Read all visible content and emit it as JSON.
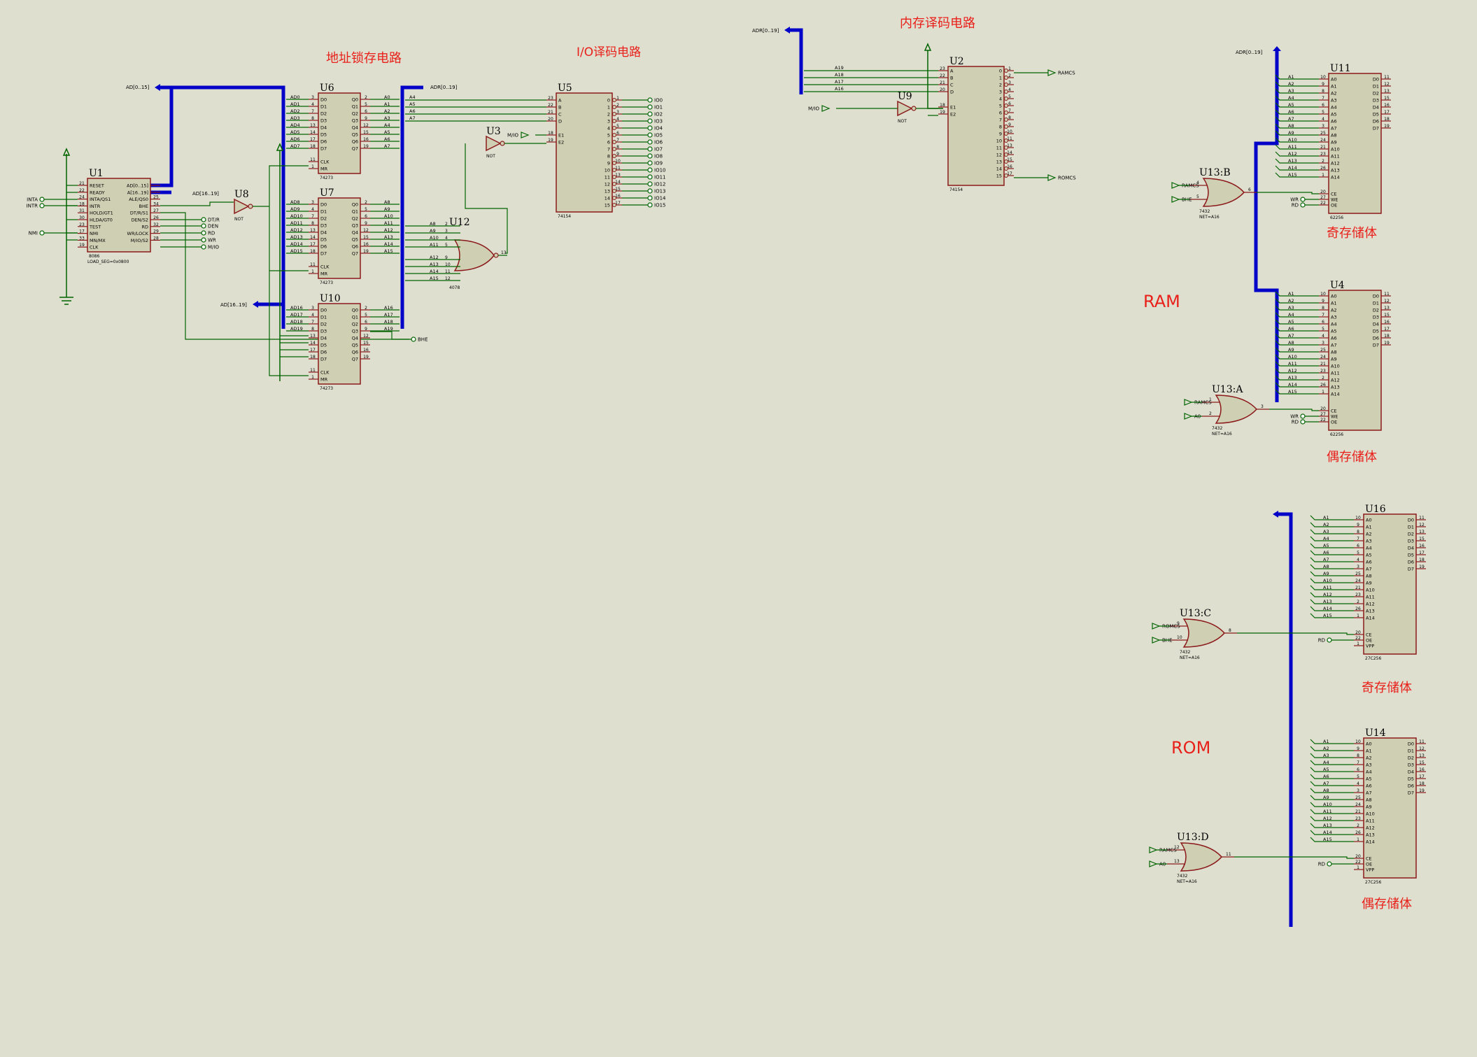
{
  "titles": {
    "latch": "地址锁存电路",
    "io_decode": "I/O译码电路",
    "mem_decode": "内存译码电路",
    "ram": "RAM",
    "rom": "ROM",
    "odd_ram": "奇存储体",
    "even_ram": "偶存储体",
    "odd_rom": "奇存储体",
    "even_rom": "偶存储体"
  },
  "colors": {
    "background": "#dfdfd0",
    "chip_fill": "#cfcfb4",
    "chip_stroke": "#8b1a1a",
    "wire": "#006400",
    "bus": "#0000c8",
    "title_text": "#e8201a",
    "label_text": "#000000"
  },
  "components": {
    "u1": {
      "ref": "U1",
      "part": "8086",
      "note": "LOAD_SEG=0x0800",
      "pins_left": [
        [
          "21",
          "RESET"
        ],
        [
          "22",
          "READY"
        ],
        [
          "24",
          "INTA/QS1"
        ],
        [
          "18",
          "INTR"
        ],
        [
          "31",
          "HOLD/GT1"
        ],
        [
          "30",
          "HLDA/GT0"
        ],
        [
          "23",
          "TEST"
        ],
        [
          "17",
          "NMI"
        ],
        [
          "33",
          "MN/MX"
        ],
        [
          "19",
          "CLK"
        ]
      ],
      "pins_right": [
        [
          "",
          "AD[0..15]"
        ],
        [
          "",
          "A[16..19]"
        ],
        [
          "25",
          "ALE/QS0"
        ],
        [
          "34",
          "BHE"
        ],
        [
          "27",
          "DT/R/S1"
        ],
        [
          "26",
          "DEN/S2"
        ],
        [
          "32",
          "RD"
        ],
        [
          "29",
          "WR/LOCK"
        ],
        [
          "28",
          "M/IO/S2"
        ]
      ]
    },
    "u8": {
      "ref": "U8",
      "part": "NOT"
    },
    "u6": {
      "ref": "U6",
      "part": "74273",
      "in_pins": [
        "3",
        "4",
        "7",
        "8",
        "13",
        "14",
        "17",
        "18"
      ],
      "in_nets": [
        "AD0",
        "AD1",
        "AD2",
        "AD3",
        "AD4",
        "AD5",
        "AD6",
        "AD7"
      ],
      "out_pins": [
        "2",
        "5",
        "6",
        "9",
        "12",
        "15",
        "16",
        "19"
      ],
      "out_nets": [
        "A0",
        "A1",
        "A2",
        "A3",
        "A4",
        "A5",
        "A6",
        "A7"
      ]
    },
    "u7": {
      "ref": "U7",
      "part": "74273",
      "in_pins": [
        "3",
        "4",
        "7",
        "8",
        "13",
        "14",
        "17",
        "18"
      ],
      "in_nets": [
        "AD8",
        "AD9",
        "AD10",
        "AD11",
        "AD12",
        "AD13",
        "AD14",
        "AD15"
      ],
      "out_pins": [
        "2",
        "5",
        "6",
        "9",
        "12",
        "15",
        "16",
        "19"
      ],
      "out_nets": [
        "A8",
        "A9",
        "A10",
        "A11",
        "A12",
        "A13",
        "A14",
        "A15"
      ]
    },
    "u10": {
      "ref": "U10",
      "part": "74273",
      "in_pins": [
        "3",
        "4",
        "7",
        "8",
        "13",
        "14",
        "17",
        "18"
      ],
      "in_nets": [
        "AD16",
        "AD17",
        "AD18",
        "AD19",
        "",
        "",
        "",
        ""
      ],
      "out_pins": [
        "2",
        "5",
        "6",
        "9",
        "12",
        "15",
        "16",
        "19"
      ],
      "out_nets": [
        "A16",
        "A17",
        "A18",
        "A19",
        "",
        "",
        "",
        ""
      ]
    },
    "latch_pins_left": [
      "D0",
      "D1",
      "D2",
      "D3",
      "D4",
      "D5",
      "D6",
      "D7"
    ],
    "latch_pins_right": [
      "Q0",
      "Q1",
      "Q2",
      "Q3",
      "Q4",
      "Q5",
      "Q6",
      "Q7"
    ],
    "latch_clk": [
      "11",
      "CLK"
    ],
    "latch_mr": [
      "1",
      "MR"
    ],
    "u5": {
      "ref": "U5",
      "part": "74154",
      "in_pins": [
        "23",
        "22",
        "21",
        "20",
        "18",
        "19"
      ],
      "in_labels": [
        "A",
        "B",
        "C",
        "D",
        "E1",
        "E2"
      ],
      "in_nets": [
        "A4",
        "A5",
        "A6",
        "A7"
      ],
      "out_pins": [
        "1",
        "2",
        "3",
        "4",
        "5",
        "6",
        "7",
        "8",
        "9",
        "10",
        "11",
        "13",
        "14",
        "15",
        "16",
        "17"
      ],
      "out_labels": [
        "0",
        "1",
        "2",
        "3",
        "4",
        "5",
        "6",
        "7",
        "8",
        "9",
        "10",
        "11",
        "12",
        "13",
        "14",
        "15"
      ],
      "out_nets": [
        "IO0",
        "IO1",
        "IO2",
        "IO3",
        "IO4",
        "IO5",
        "IO6",
        "IO7",
        "IO8",
        "IO9",
        "IO10",
        "IO11",
        "IO12",
        "IO13",
        "IO14",
        "IO15"
      ]
    },
    "u3": {
      "ref": "U3",
      "part": "NOT",
      "net": "M/IO"
    },
    "u12": {
      "ref": "U12",
      "part": "4078",
      "in_nets": [
        "A8",
        "A9",
        "A10",
        "A11",
        "A12",
        "A13",
        "A14",
        "A15"
      ],
      "in_pins": [
        "2",
        "3",
        "4",
        "5",
        "9",
        "10",
        "11",
        "12"
      ],
      "out_pin": "13"
    },
    "u2": {
      "ref": "U2",
      "part": "74154",
      "in_nets": [
        "A19",
        "A18",
        "A17",
        "A16"
      ],
      "in_pins": [
        "23",
        "22",
        "21",
        "20",
        "18",
        "19"
      ],
      "in_labels": [
        "A",
        "B",
        "C",
        "D",
        "E1",
        "E2"
      ],
      "out_nets": [
        "RAMCS",
        "ROMCS"
      ]
    },
    "u9": {
      "ref": "U9",
      "part": "NOT",
      "net": "M/IO"
    },
    "u11": {
      "ref": "U11",
      "part": "62256"
    },
    "u4": {
      "ref": "U4",
      "part": "62256"
    },
    "u16": {
      "ref": "U16",
      "part": "27C256"
    },
    "u14": {
      "ref": "U14",
      "part": "27C256"
    },
    "u13b": {
      "ref": "U13:B",
      "part": "7432",
      "net": "NET=A16",
      "pins": [
        "4",
        "5",
        "6"
      ],
      "inputs": [
        "RAMCS",
        "BHE"
      ]
    },
    "u13a": {
      "ref": "U13:A",
      "part": "7432",
      "net": "NET=A16",
      "pins": [
        "1",
        "2",
        "3"
      ],
      "inputs": [
        "RAMCS",
        "A0"
      ]
    },
    "u13c": {
      "ref": "U13:C",
      "part": "7432",
      "net": "NET=A16",
      "pins": [
        "9",
        "10",
        "8"
      ],
      "inputs": [
        "ROMCS",
        "BHE"
      ]
    },
    "u13d": {
      "ref": "U13:D",
      "part": "7432",
      "net": "NET=A16",
      "pins": [
        "12",
        "13",
        "11"
      ],
      "inputs": [
        "RAMCS",
        "A0"
      ]
    },
    "mem_addr_pins": [
      "10",
      "9",
      "8",
      "7",
      "6",
      "5",
      "4",
      "3",
      "25",
      "24",
      "21",
      "23",
      "2",
      "26",
      "1"
    ],
    "mem_addr_labels": [
      "A0",
      "A1",
      "A2",
      "A3",
      "A4",
      "A5",
      "A6",
      "A7",
      "A8",
      "A9",
      "A10",
      "A11",
      "A12",
      "A13",
      "A14"
    ],
    "ram_odd_nets": [
      "A1",
      "A2",
      "A3",
      "A4",
      "A5",
      "A6",
      "A7",
      "A8",
      "A9",
      "A10",
      "A11",
      "A12",
      "A13",
      "A14",
      "A15"
    ],
    "mem_data_pins": [
      "11",
      "12",
      "13",
      "15",
      "16",
      "17",
      "18",
      "19"
    ],
    "mem_data_labels": [
      "D0",
      "D1",
      "D2",
      "D3",
      "D4",
      "D5",
      "D6",
      "D7"
    ],
    "ram_ctrl": [
      [
        "20",
        "CE"
      ],
      [
        "27",
        "WE"
      ],
      [
        "22",
        "OE"
      ]
    ],
    "rom_ctrl": [
      [
        "20",
        "CE"
      ],
      [
        "22",
        "OE"
      ],
      [
        "1",
        "VPP"
      ]
    ]
  },
  "net_labels": {
    "ad_bus_top": "AD[0..15]",
    "ad_bus_mid": "AD[16..19]",
    "ad_bus_low": "AD[16..19]",
    "adr_bus_latch": "ADR[0..19]",
    "adr_bus_mem": "ADR[0..19]",
    "adr_bus_ram": "ADR[0..19]",
    "inta": "INTA",
    "intr": "INTR",
    "nmi": "NMI",
    "dtr": "DT/R",
    "den": "DEN",
    "rd": "RD",
    "wr": "WR",
    "mio": "M/IO",
    "bhe": "BHE",
    "ramcs": "RAMCS",
    "romcs": "ROMCS",
    "a0": "A0"
  }
}
